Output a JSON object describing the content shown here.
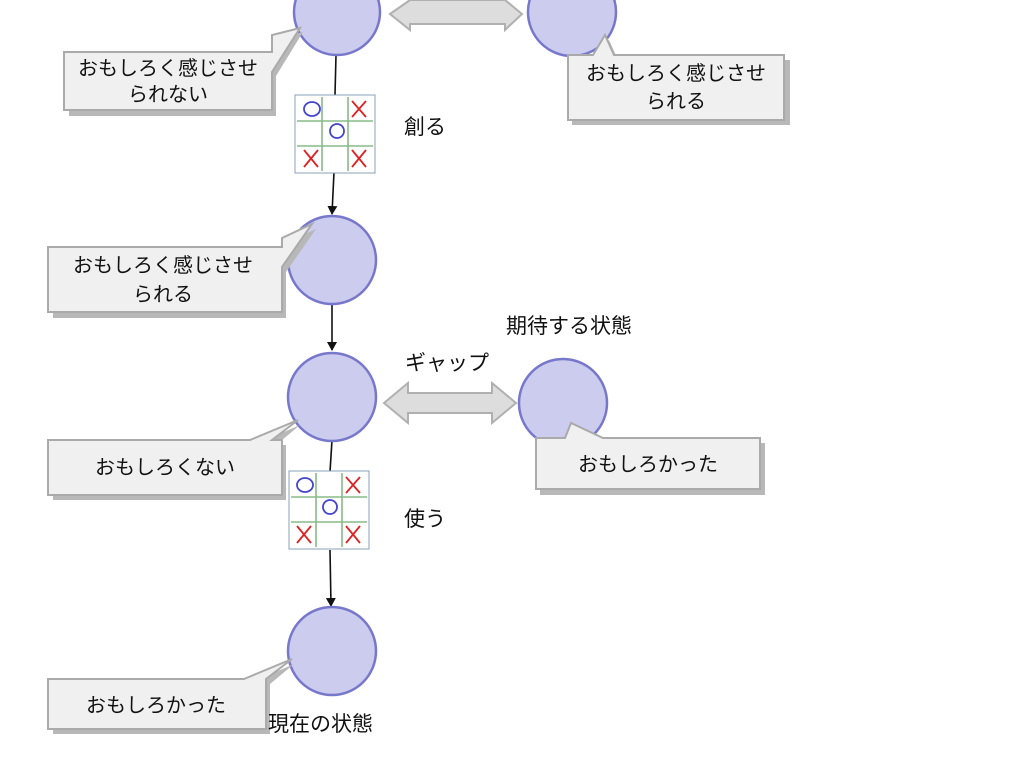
{
  "top": {
    "callout_left": [
      "おもしろく感じさせ",
      "られない"
    ],
    "callout_right": [
      "おもしろく感じさせ",
      "られる"
    ],
    "action": "創る"
  },
  "middle": {
    "callout": [
      "おもしろく感じさせ",
      "られる"
    ]
  },
  "gap_section": {
    "expected_state": "期待する状態",
    "gap_label": "ギャップ",
    "callout_left": "おもしろくない",
    "callout_right": "おもしろかった",
    "action": "使う"
  },
  "bottom": {
    "callout": "おもしろかった",
    "current_state": "現在の状態"
  },
  "colors": {
    "circle_fill": "#ccccee",
    "circle_stroke": "#7777cc",
    "callout_fill": "#f0f0f0",
    "o_mark": "#4444cc",
    "x_mark": "#dd2222",
    "grid": "#88bb88"
  }
}
